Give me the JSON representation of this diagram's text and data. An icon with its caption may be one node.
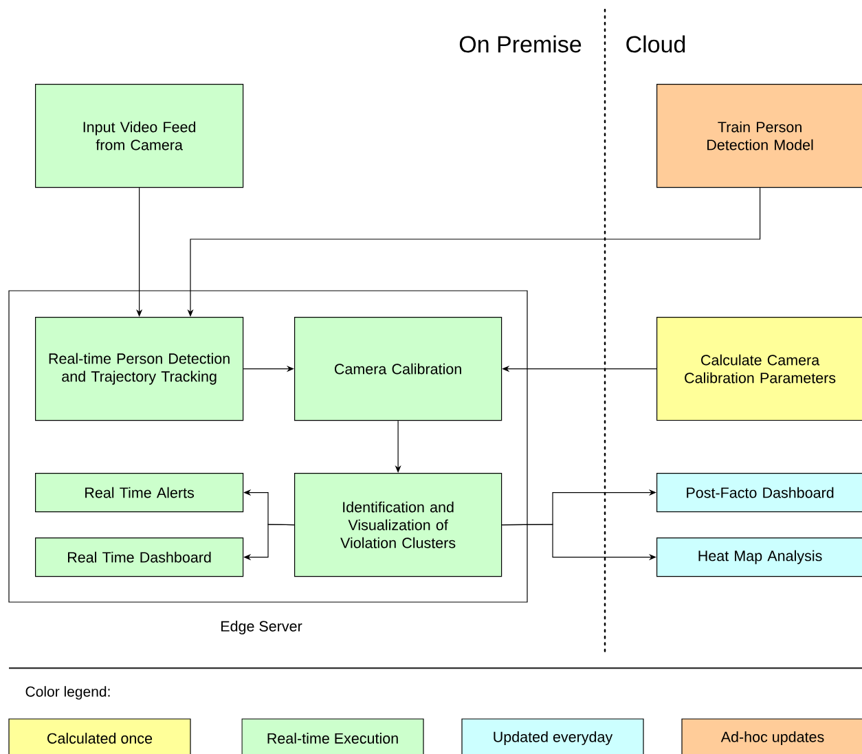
{
  "diagram": {
    "nodes": [
      {
        "text": [
          "Edge Server"
        ]
      },
      {
        "text": [
          "Input Video Feed from Camera"
        ]
      },
      {
        "text": [
          "Train Person Detection Model"
        ]
      },
      {
        "text": [
          "Real-time Person Detection and Trajectory Tracking"
        ],
        "in": 0
      },
      {
        "text": [
          "Camera Calibration"
        ],
        "in": 0
      },
      {
        "text": [
          "Calculate Camera Calibration Parameters"
        ]
      },
      {
        "text": [
          "Real Time Alerts"
        ],
        "in": 0
      },
      {
        "text": [
          "Identification and Visualization of Violation Clusters"
        ],
        "in": 0
      },
      {
        "text": [
          "Real Time Dashboard"
        ],
        "in": 0
      },
      {
        "text": [
          "Post-Facto Dashboard"
        ]
      },
      {
        "text": [
          "Heat Map Analysis"
        ]
      }
    ],
    "edges": [
      {
        "from": 1,
        "to": 3,
        "arrow": "to"
      },
      {
        "from": 2,
        "to": 3,
        "arrow": "to"
      },
      {
        "from": 3,
        "to": 4,
        "arrow": "to"
      },
      {
        "from": 5,
        "to": 4,
        "arrow": "to"
      },
      {
        "from": 4,
        "to": 7,
        "arrow": "to"
      },
      {
        "from": 7,
        "to": 6,
        "arrow": "to"
      },
      {
        "from": 7,
        "to": 8,
        "arrow": "to"
      },
      {
        "from": 7,
        "to": 9,
        "arrow": "to"
      },
      {
        "from": 7,
        "to": 10,
        "arrow": "to"
      }
    ],
    "labels": [
      "On Premise",
      "Cloud",
      "Color legend:"
    ],
    "legend": [
      {
        "text": "Calculated once",
        "color": "#ffff99"
      },
      {
        "text": "Real-time Execution",
        "color": "#ccffcc"
      },
      {
        "text": "Updated everyday",
        "color": "#ccffff"
      },
      {
        "text": "Ad-hoc updates",
        "color": "#ffcc99"
      }
    ]
  }
}
